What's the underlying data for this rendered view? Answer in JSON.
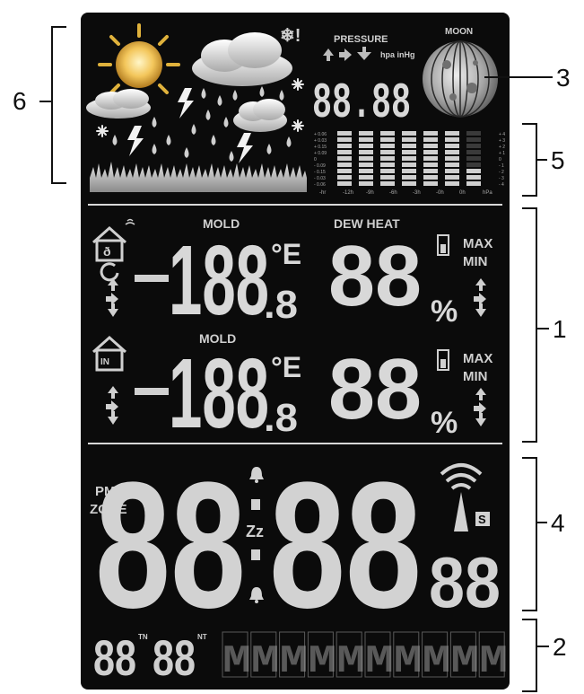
{
  "callouts": {
    "one": "1",
    "two": "2",
    "three": "3",
    "four": "4",
    "five": "5",
    "six": "6"
  },
  "weather": {
    "alert_snowflake": "❄!"
  },
  "pressure": {
    "title": "PRESSURE",
    "units": "hpa inHg",
    "digits": "88.88",
    "graph_left_scale": [
      "+ 0.06",
      "+ 0.03",
      "+ 0.15",
      "+ 0.09",
      "0",
      "- 0.09",
      "- 0.15",
      "- 0.03",
      "- 0.06"
    ],
    "graph_right_scale": [
      "+ 4",
      "+ 3",
      "+ 2",
      "+ 1",
      "0",
      "- 1",
      "- 2",
      "- 3",
      "- 4"
    ],
    "graph_axis": [
      "-hr",
      "-12h",
      "-9h",
      "-6h",
      "-3h",
      "-0h",
      "0h",
      "hPa"
    ]
  },
  "moon": {
    "title": "MOON"
  },
  "outdoor": {
    "mold": "MOLD",
    "temp_digits": "188",
    "temp_decimal": ".8",
    "temp_unit": "°E",
    "dew_heat": "DEW HEAT",
    "humidity_digits": "88",
    "humidity_unit": "%",
    "max": "MAX",
    "min": "MIN"
  },
  "indoor": {
    "mold": "MOLD",
    "house_label": "IN",
    "temp_digits": "188",
    "temp_decimal": ".8",
    "temp_unit": "°E",
    "humidity_digits": "88",
    "humidity_unit": "%",
    "max": "MAX",
    "min": "MIN"
  },
  "clock": {
    "pm": "PM",
    "zone": "ZONE",
    "hours": "88",
    "minutes": "88",
    "seconds": "88",
    "snooze": "Zz",
    "signal_s": "S"
  },
  "date": {
    "day_digits": "88",
    "day_sup": "TN",
    "month_digits": "88",
    "month_sup": "NT",
    "text": "MMMMMMMMMM"
  }
}
